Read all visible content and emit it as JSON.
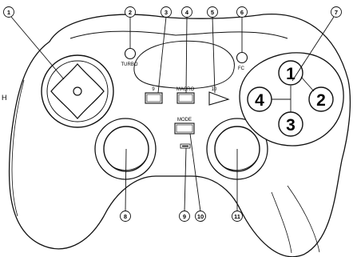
{
  "callouts": [
    "1",
    "2",
    "3",
    "4",
    "5",
    "6",
    "7",
    "8",
    "9",
    "10",
    "11"
  ],
  "labels": {
    "turbo": "TURBO",
    "button9": "9",
    "macro": "MACRO",
    "button10": "10",
    "fc": "FC",
    "mode": "MODE"
  },
  "action_buttons": [
    "1",
    "2",
    "3",
    "4"
  ],
  "edge_glyph": "H"
}
